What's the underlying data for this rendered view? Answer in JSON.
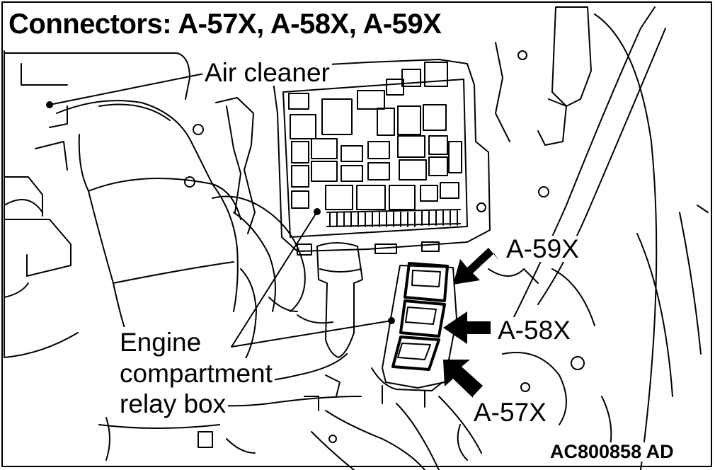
{
  "title": "Connectors: A-57X, A-58X, A-59X",
  "labels": {
    "air_cleaner": "Air cleaner",
    "relay_box_line1": "Engine",
    "relay_box_line2": "compartment",
    "relay_box_line3": "relay box",
    "connector_59": "A-59X",
    "connector_58": "A-58X",
    "connector_57": "A-57X"
  },
  "reference_code": "AC800858 AD",
  "colors": {
    "ink": "#000000",
    "paper": "#ffffff"
  }
}
